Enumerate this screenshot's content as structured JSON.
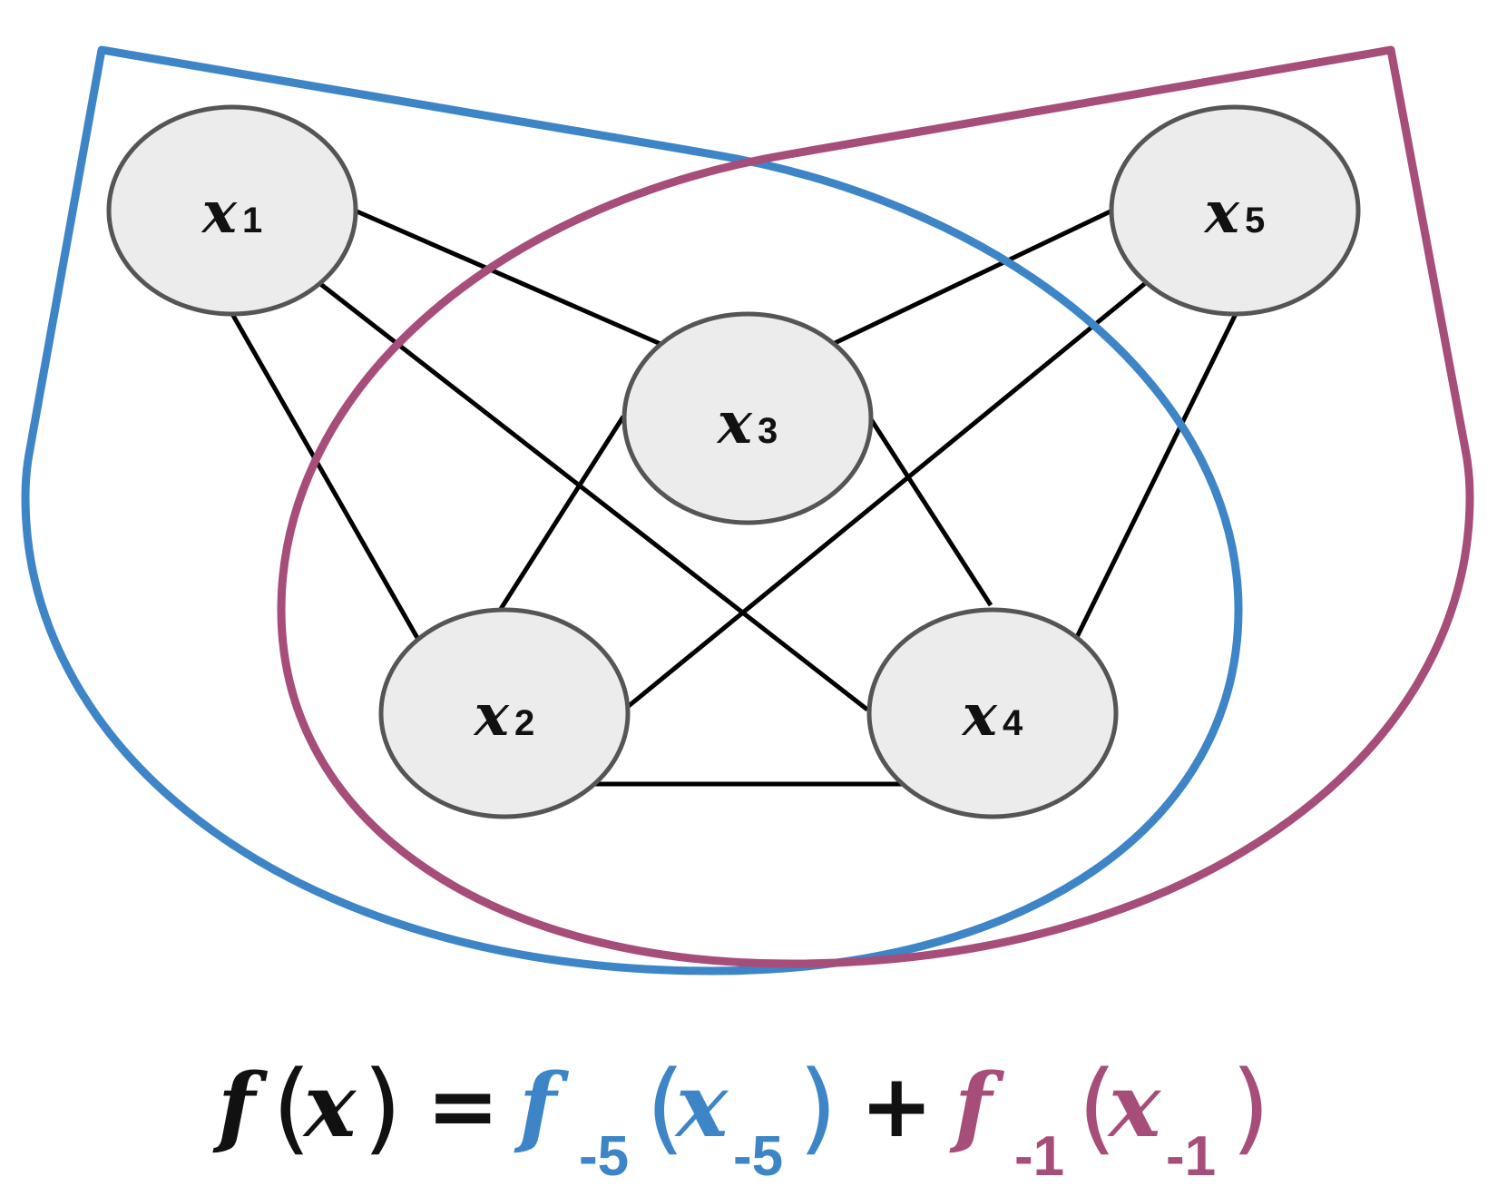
{
  "diagram": {
    "nodes": [
      {
        "id": "x1",
        "var": "x",
        "sub": "1"
      },
      {
        "id": "x2",
        "var": "x",
        "sub": "2"
      },
      {
        "id": "x3",
        "var": "x",
        "sub": "3"
      },
      {
        "id": "x4",
        "var": "x",
        "sub": "4"
      },
      {
        "id": "x5",
        "var": "x",
        "sub": "5"
      }
    ],
    "edges": [
      [
        "x1",
        "x3"
      ],
      [
        "x1",
        "x2"
      ],
      [
        "x1",
        "x4"
      ],
      [
        "x5",
        "x3"
      ],
      [
        "x5",
        "x2"
      ],
      [
        "x5",
        "x4"
      ],
      [
        "x3",
        "x2"
      ],
      [
        "x3",
        "x4"
      ],
      [
        "x2",
        "x4"
      ]
    ],
    "groups": [
      {
        "name": "-5",
        "covers": [
          "x1",
          "x2",
          "x3",
          "x4"
        ],
        "color": "#3d85c6"
      },
      {
        "name": "-1",
        "covers": [
          "x2",
          "x3",
          "x4",
          "x5"
        ],
        "color": "#a64d79"
      }
    ]
  },
  "formula": {
    "lhs_func": "f",
    "lhs_arg": "x",
    "equals": "=",
    "plus": "+",
    "term1": {
      "func": "f",
      "sub": "-5",
      "arg": "x",
      "arg_sub": "-5",
      "color": "#3d85c6"
    },
    "term2": {
      "func": "f",
      "sub": "-1",
      "arg": "x",
      "arg_sub": "-1",
      "color": "#a64d79"
    },
    "main_color": "#111111"
  }
}
